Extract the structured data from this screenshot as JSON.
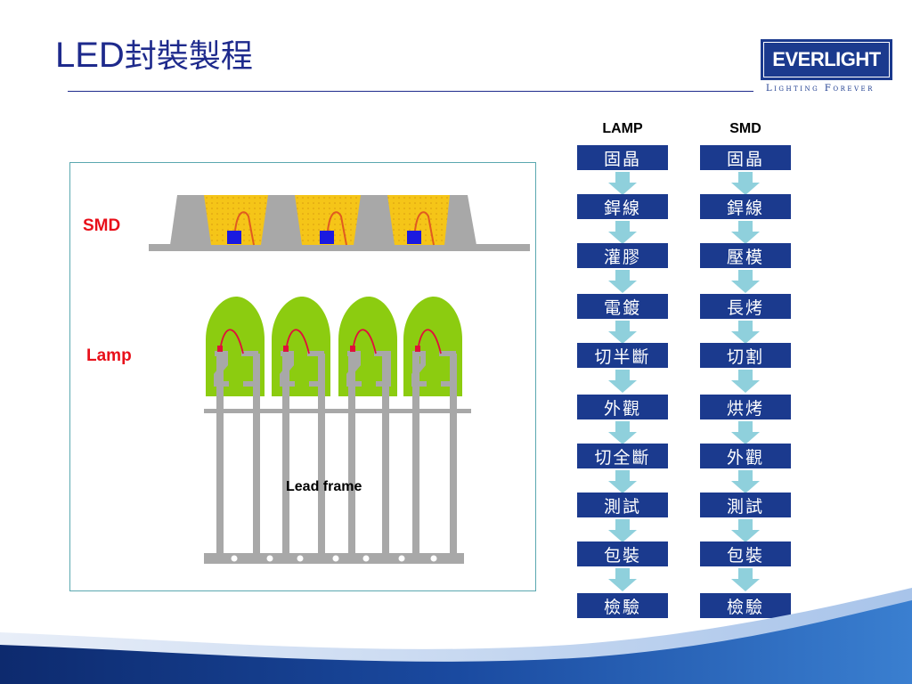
{
  "slide": {
    "title_latin": "LED",
    "title_cjk": "封裝製程"
  },
  "logo": {
    "brand": "EVERLIGHT",
    "tagline": "Lighting Forever",
    "brand_color": "#1b3a8e"
  },
  "diagram": {
    "smd_label": "SMD",
    "lamp_label": "Lamp",
    "lead_frame_label": "Lead frame",
    "colors": {
      "smd_fill": "#f5c518",
      "lamp_fill": "#8ccc10",
      "frame_gray": "#a8a8a8",
      "chip_blue": "#1a1ae0",
      "chip_red": "#e0103a",
      "wire": "#e05a20",
      "label_red": "#e8101a"
    }
  },
  "process": {
    "lamp_header": "LAMP",
    "smd_header": "SMD",
    "lamp_steps": [
      "固晶",
      "銲線",
      "灌膠",
      "電鍍",
      "切半斷",
      "外觀",
      "切全斷",
      "測試",
      "包裝",
      "檢驗"
    ],
    "smd_steps": [
      "固晶",
      "銲線",
      "壓模",
      "長烤",
      "切割",
      "烘烤",
      "外觀",
      "測試",
      "包裝",
      "檢驗"
    ],
    "step_color": "#1b3a8e",
    "arrow_color": "#8fd0dc"
  }
}
